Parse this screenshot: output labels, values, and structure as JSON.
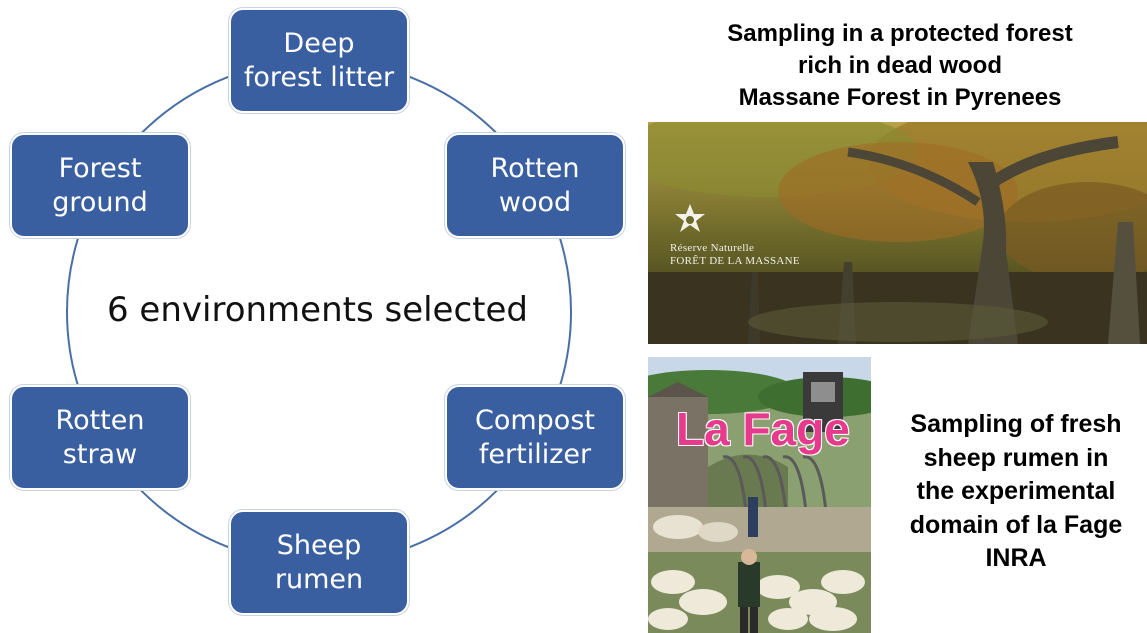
{
  "cycle": {
    "nodes": [
      {
        "line1": "Deep",
        "line2": "forest litter"
      },
      {
        "line1": "Rotten",
        "line2": "wood"
      },
      {
        "line1": "Compost",
        "line2": "fertilizer"
      },
      {
        "line1": "Sheep",
        "line2": "rumen"
      },
      {
        "line1": "Rotten",
        "line2": "straw"
      },
      {
        "line1": "Forest",
        "line2": "ground"
      }
    ],
    "center_text": "6 environments selected",
    "colors": {
      "node_fill": "#3a5fa0",
      "circle_line": "#4a6fa5"
    }
  },
  "forest_caption": {
    "lines": [
      "Sampling in a protected forest",
      "rich in dead wood",
      "Massane Forest in Pyrenees"
    ]
  },
  "forest_photo": {
    "logo_line1": "Réserve  Naturelle",
    "logo_line2": "FORÊT DE LA MASSANE"
  },
  "fage_photo": {
    "title": "La Fage"
  },
  "fage_caption": {
    "lines": [
      "Sampling of fresh",
      "sheep rumen in",
      "the experimental",
      "domain of la Fage",
      "INRA"
    ]
  }
}
